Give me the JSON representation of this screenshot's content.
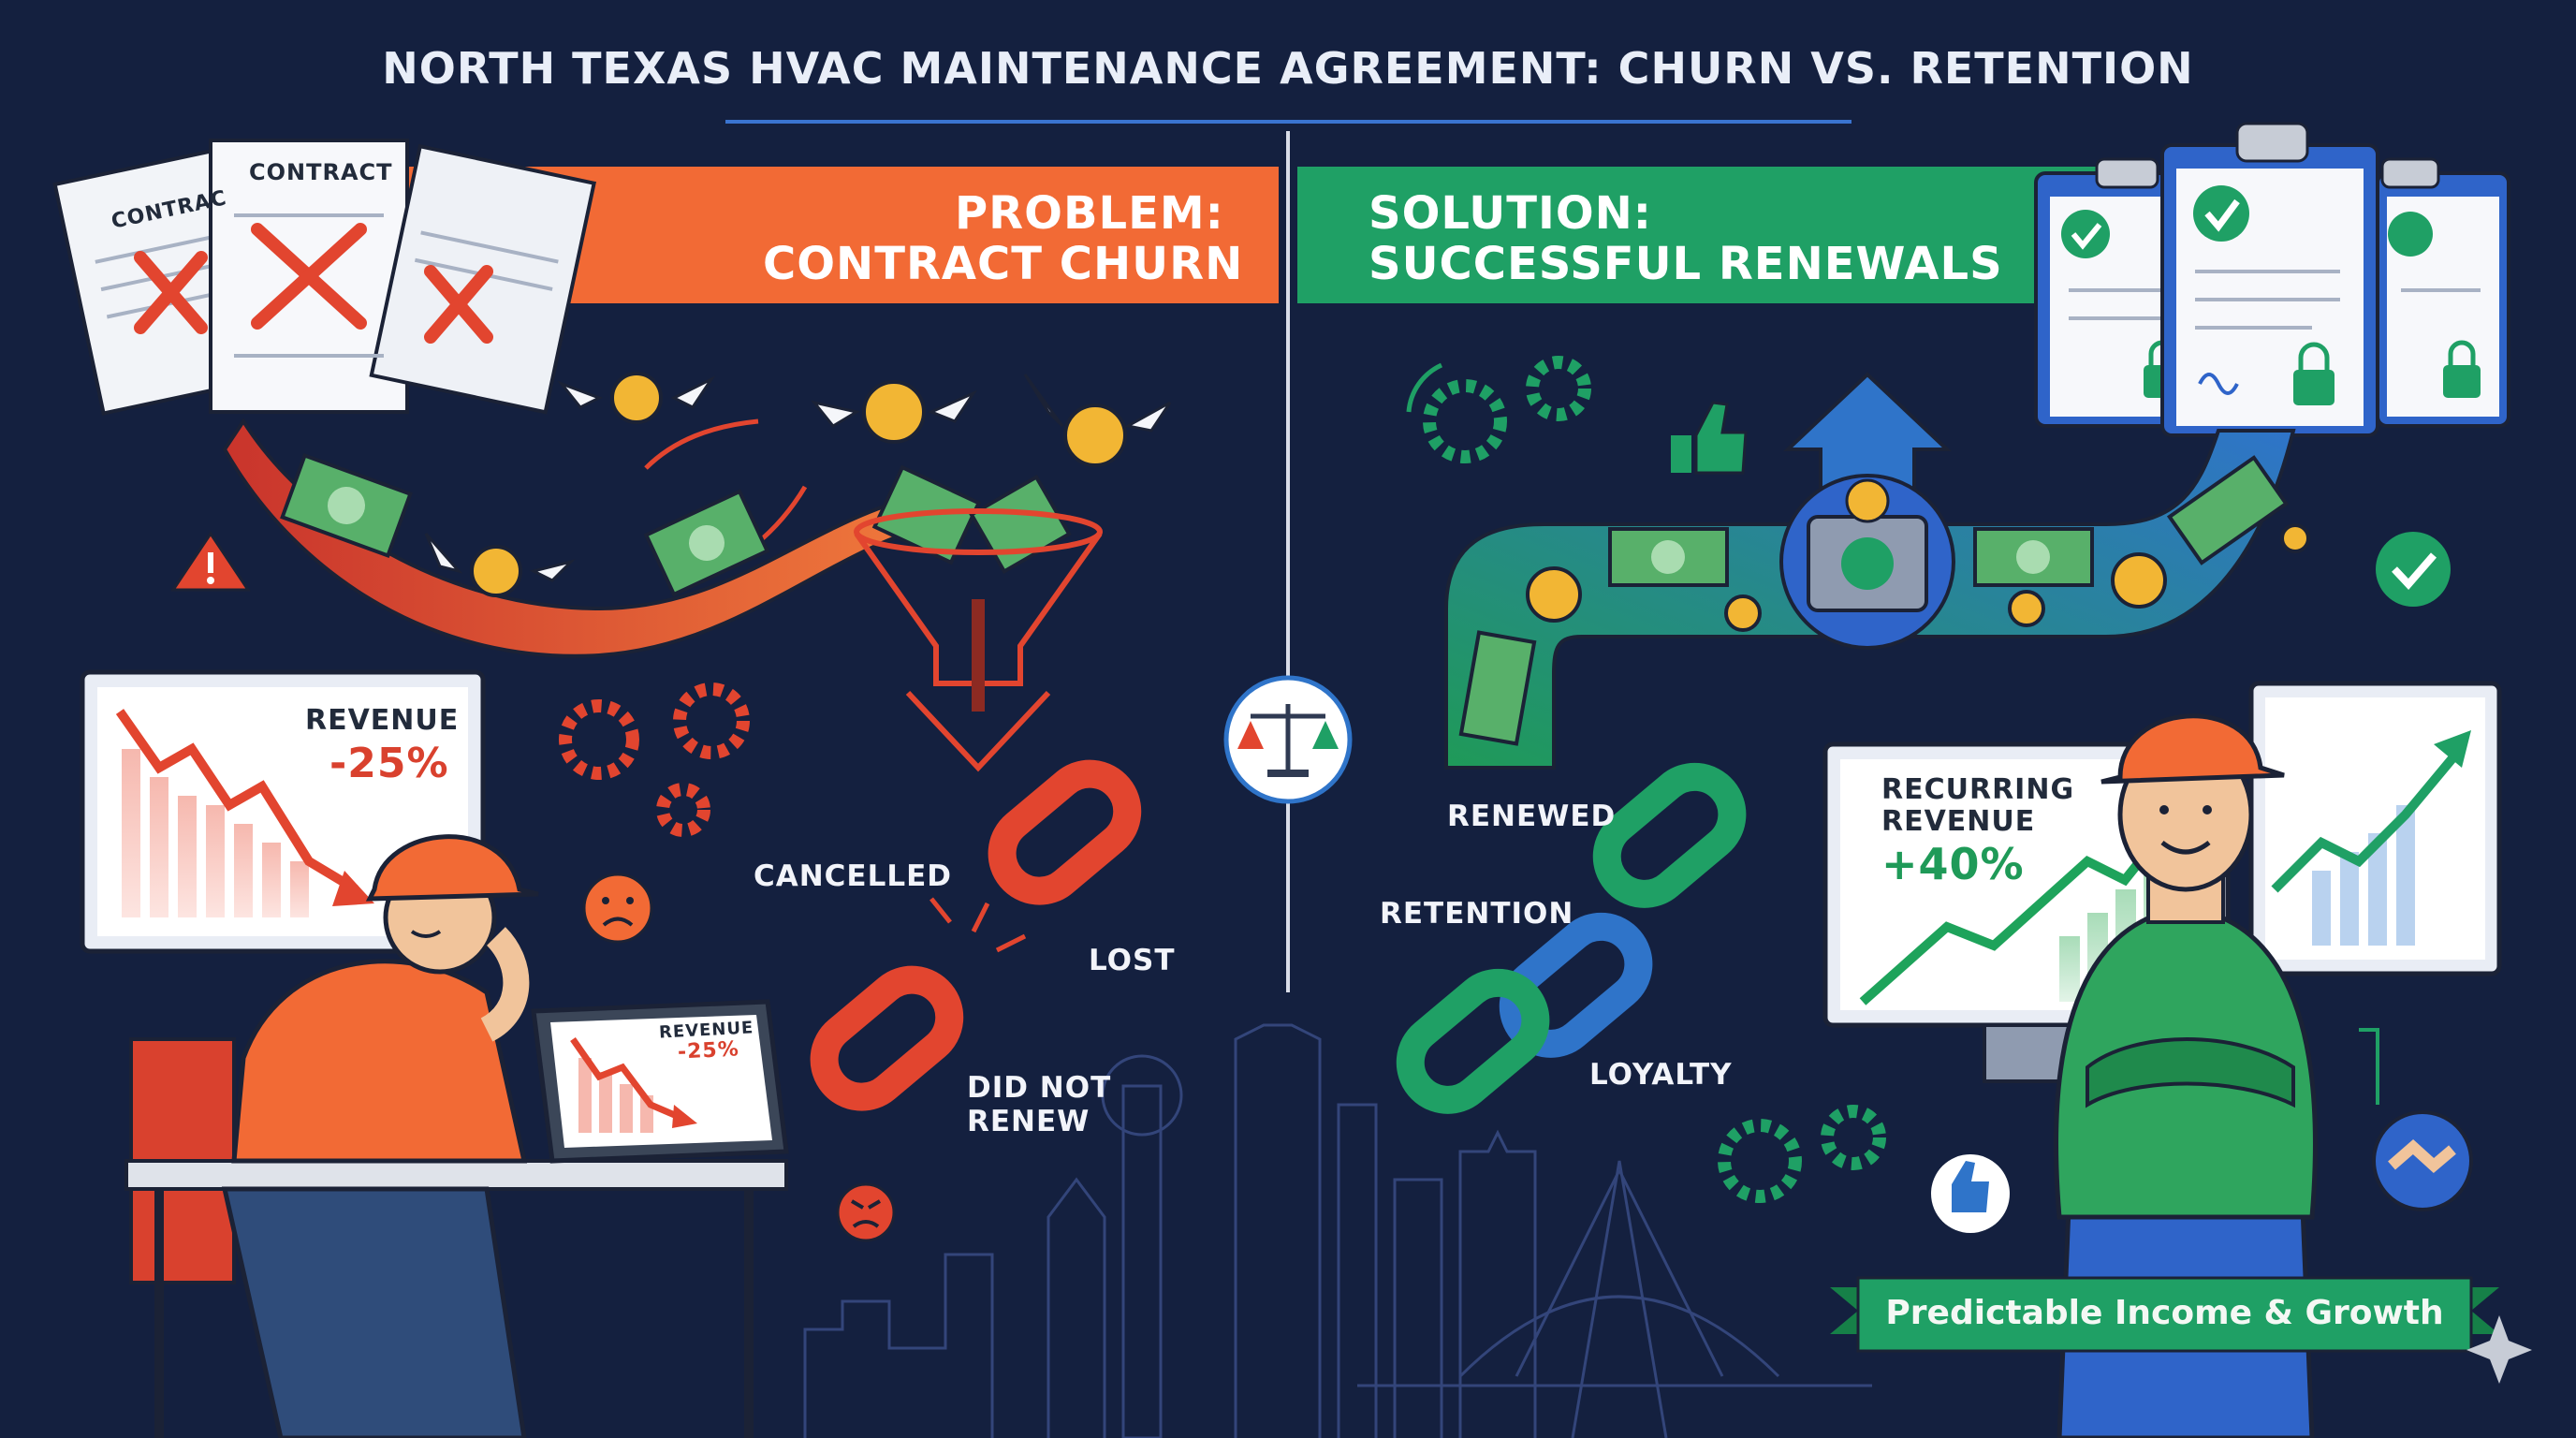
{
  "title": "NORTH TEXAS HVAC MAINTENANCE AGREEMENT: CHURN VS. RETENTION",
  "problem": {
    "banner_line1": "PROBLEM:",
    "banner_line2": "CONTRACT CHURN",
    "contract_label": "CONTRACT",
    "contract_label_clipped": "CONTRAC",
    "monitor": {
      "label": "REVENUE",
      "value": "-25%"
    },
    "tablet": {
      "label": "REVENUE",
      "value": "-25%"
    },
    "chain_labels": [
      "CANCELLED",
      "LOST",
      "DID NOT",
      "RENEW"
    ],
    "colors": {
      "banner": "#f26a35",
      "loss": "#e2452f"
    }
  },
  "solution": {
    "banner_line1": "SOLUTION:",
    "banner_line2": "SUCCESSFUL RENEWALS",
    "monitor": {
      "label_line1": "RECURRING",
      "label_line2": "REVENUE",
      "value": "+40%"
    },
    "chain_labels": [
      "RENEWED",
      "RETENTION",
      "LOYALTY"
    ],
    "footer_ribbon": "Predictable Income & Growth",
    "colors": {
      "banner": "#1fa065",
      "growth": "#1ea35b"
    }
  },
  "icons": [
    "warning-icon",
    "coin-icon",
    "cash-icon",
    "gear-icon",
    "sad-face-icon",
    "angry-face-icon",
    "broken-chain-icon",
    "funnel-icon",
    "scale-icon",
    "thumbs-up-icon",
    "check-icon",
    "lock-icon",
    "safe-icon",
    "handshake-icon",
    "chain-icon",
    "skyline-icon"
  ]
}
